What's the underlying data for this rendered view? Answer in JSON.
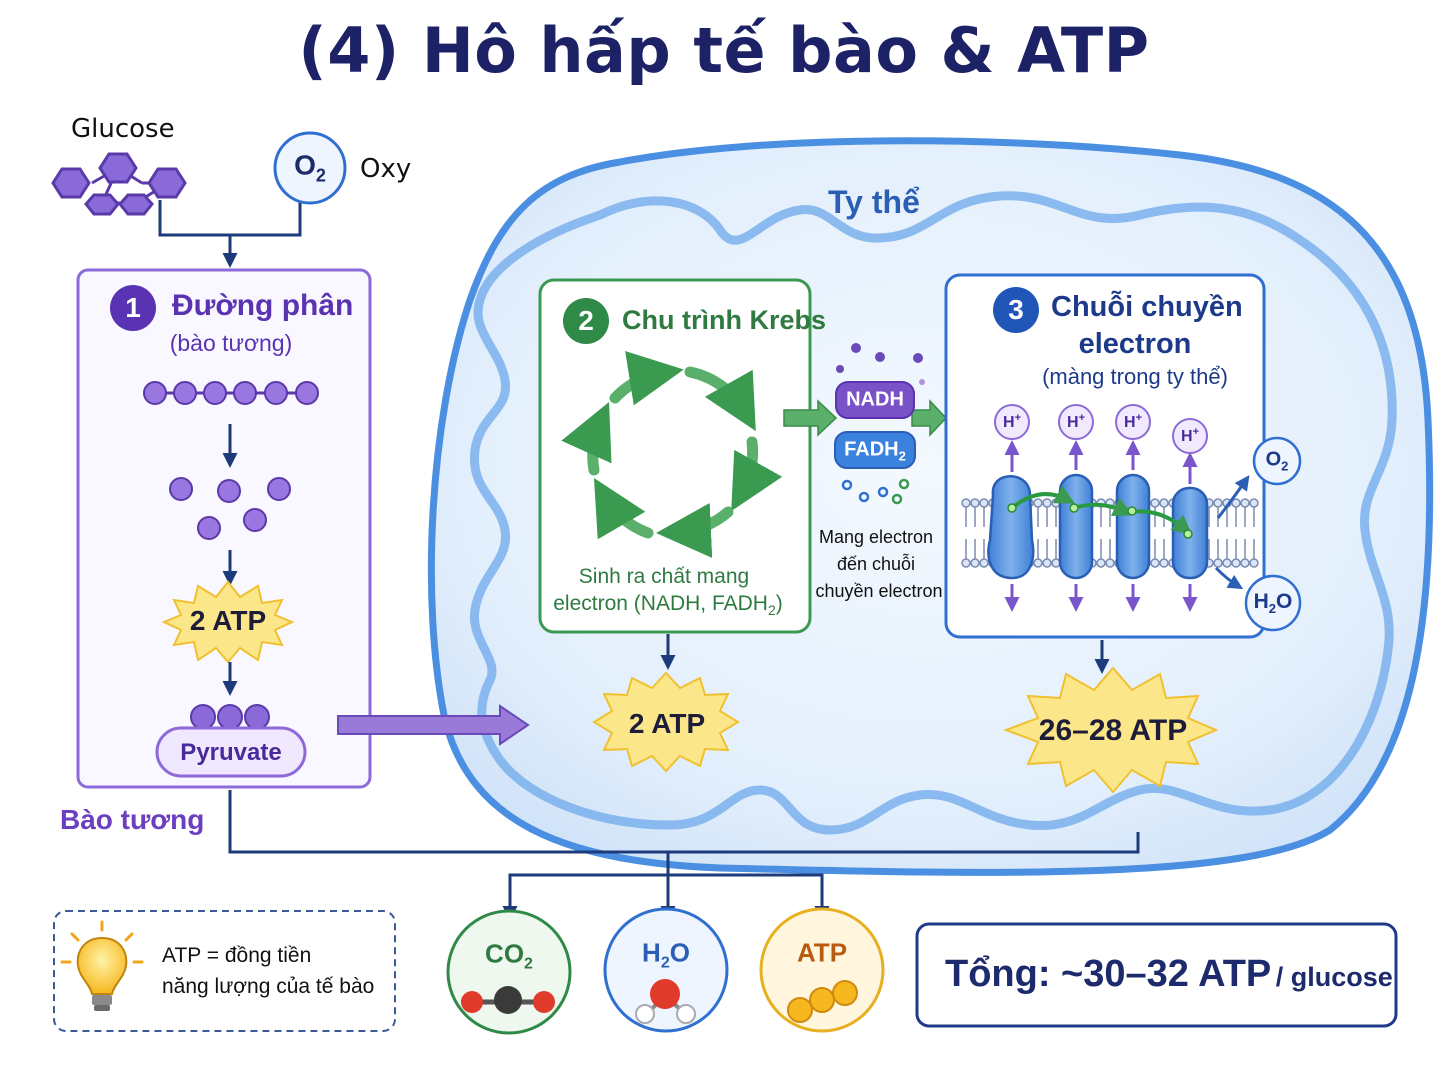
{
  "title": "(4) Hô hấp tế bào & ATP",
  "inputs": {
    "glucose_label": "Glucose",
    "oxygen_symbol": "O",
    "oxygen_sub": "2",
    "oxygen_label": "Oxy"
  },
  "cytoplasm_label": "Bào tương",
  "mitochondrion_label": "Ty thể",
  "stage1": {
    "number": "1",
    "title": "Đường phân",
    "subtitle": "(bào tương)",
    "atp": "2 ATP",
    "product": "Pyruvate"
  },
  "stage2": {
    "number": "2",
    "title": "Chu trình Krebs",
    "desc_line1": "Sinh ra chất mang",
    "desc_line2_pre": "electron (NADH, FADH",
    "desc_line2_sub": "2",
    "desc_line2_post": ")",
    "atp": "2 ATP"
  },
  "carriers": {
    "nadh": "NADH",
    "fadh": "FADH",
    "fadh_sub": "2",
    "desc_line1": "Mang electron",
    "desc_line2": "đến chuỗi",
    "desc_line3": "chuyền electron"
  },
  "stage3": {
    "number": "3",
    "title_line1": "Chuỗi chuyền",
    "title_line2": "electron",
    "subtitle": "(màng trong ty thể)",
    "proton": "H",
    "proton_sup": "+",
    "o2": "O",
    "o2_sub": "2",
    "h2o_pre": "H",
    "h2o_sub": "2",
    "h2o_post": "O",
    "atp": "26–28 ATP"
  },
  "outputs": {
    "co2_pre": "CO",
    "co2_sub": "2",
    "h2o_pre": "H",
    "h2o_sub": "2",
    "h2o_post": "O",
    "atp": "ATP"
  },
  "note": {
    "line1": "ATP = đồng tiền",
    "line2": "năng lượng của tế bào"
  },
  "total": {
    "main": "Tổng: ~30–32 ATP",
    "unit": "/ glucose"
  },
  "colors": {
    "navy": "#1d2a6b",
    "purple": "#6b3fc0",
    "green": "#2f8a48",
    "blue": "#2f6fd0",
    "yellow": "#fbe78a"
  }
}
